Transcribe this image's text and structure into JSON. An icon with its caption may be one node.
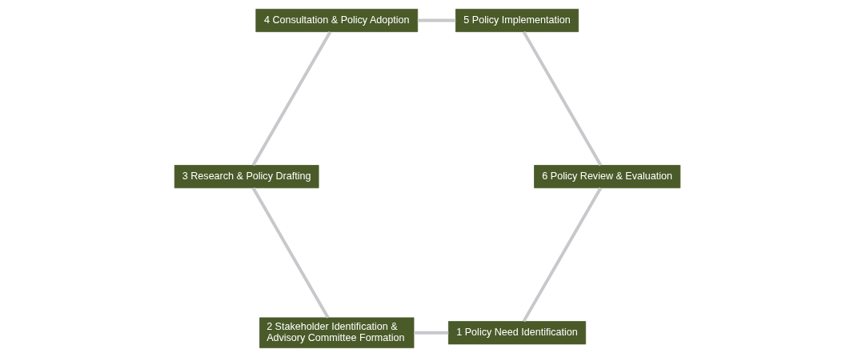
{
  "diagram": {
    "nodes": [
      {
        "text": [
          "1 Policy Need Identification"
        ]
      },
      {
        "text": [
          "2 Stakeholder Identification & Advisory Committee Formation"
        ]
      },
      {
        "text": [
          "3 Research & Policy Drafting"
        ]
      },
      {
        "text": [
          "4 Consultation & Policy Adoption"
        ]
      },
      {
        "text": [
          "5 Policy Implementation"
        ]
      },
      {
        "text": [
          "6 Policy Review & Evaluation"
        ]
      }
    ],
    "edges": [
      {
        "from": 0,
        "to": 1,
        "arrow": "none"
      },
      {
        "from": 1,
        "to": 2,
        "arrow": "none"
      },
      {
        "from": 2,
        "to": 3,
        "arrow": "none"
      },
      {
        "from": 3,
        "to": 4,
        "arrow": "none"
      },
      {
        "from": 4,
        "to": 5,
        "arrow": "none"
      },
      {
        "from": 5,
        "to": 0,
        "arrow": "none"
      }
    ]
  }
}
